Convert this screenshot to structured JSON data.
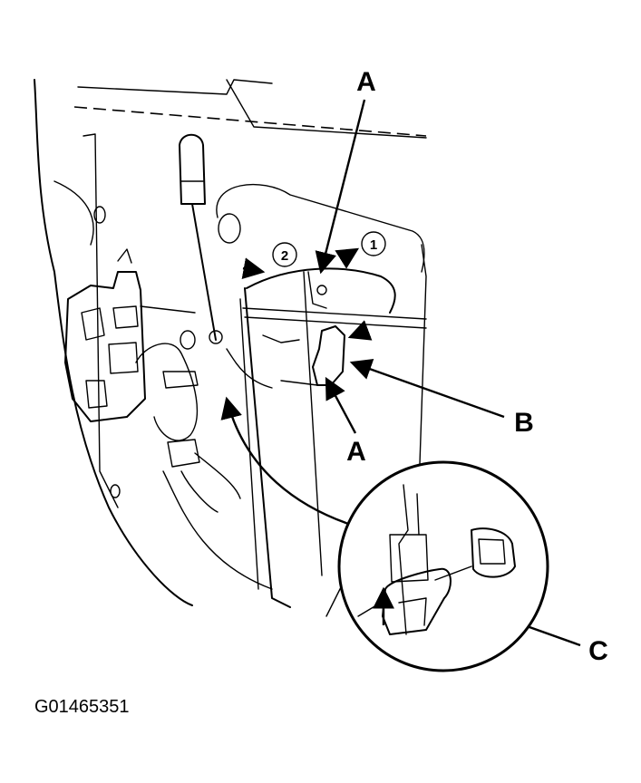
{
  "callouts": {
    "a_top": "A",
    "a_bottom": "A",
    "b": "B",
    "c": "C"
  },
  "steps": {
    "one": "1",
    "two": "2"
  },
  "figure_id": "G01465351"
}
